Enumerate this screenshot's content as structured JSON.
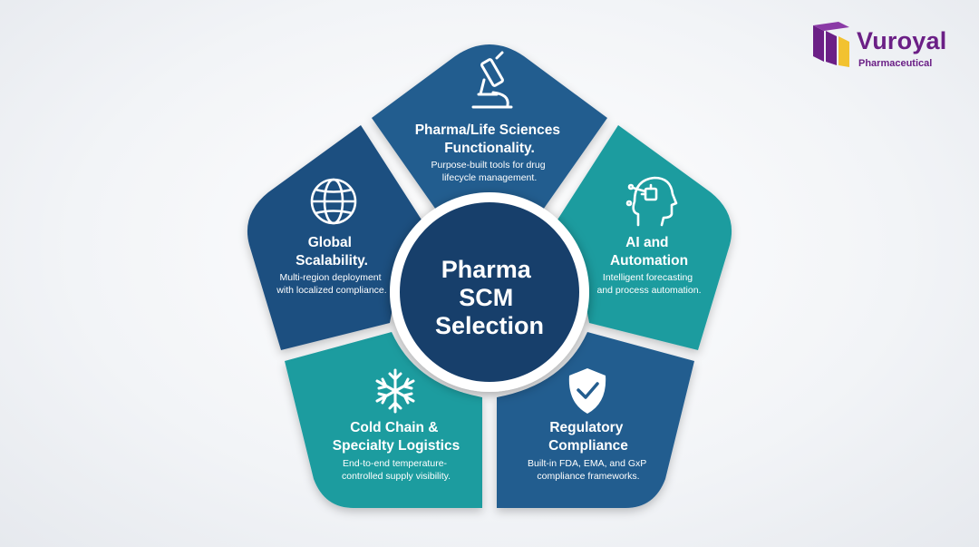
{
  "brand": {
    "name": "Vuroyal",
    "tagline": "Pharmaceutical",
    "colors": {
      "purple": "#6b1f86",
      "yellow": "#f2c230"
    }
  },
  "center": {
    "lines": [
      "Pharma",
      "SCM",
      "Selection"
    ],
    "color": "#173f6b"
  },
  "segments": [
    {
      "key": "pharma",
      "icon": "microscope-icon",
      "title": [
        "Pharma/Life Sciences",
        "Functionality."
      ],
      "description": [
        "Purpose-built tools for drug",
        "lifecycle management."
      ],
      "color": "#235d8f"
    },
    {
      "key": "ai",
      "icon": "ai-head-icon",
      "title": [
        "AI and",
        "Automation"
      ],
      "description": [
        "Intelligent forecasting",
        "and process automation."
      ],
      "color": "#1a9c9f"
    },
    {
      "key": "regulatory",
      "icon": "shield-check-icon",
      "title": [
        "Regulatory",
        "Compliance"
      ],
      "description": [
        "Built-in FDA, EMA, and GxP",
        "compliance frameworks."
      ],
      "color": "#235d8f"
    },
    {
      "key": "cold-chain",
      "icon": "snowflake-icon",
      "title": [
        "Cold Chain &",
        "Specialty Logistics"
      ],
      "description": [
        "End-to-end temperature-",
        "controlled supply visibility."
      ],
      "color": "#1a9c9f"
    },
    {
      "key": "global",
      "icon": "globe-icon",
      "title": [
        "Global",
        "Scalability."
      ],
      "description": [
        "Multi-region deployment",
        "with localized compliance."
      ],
      "color": "#1e4f80"
    }
  ]
}
